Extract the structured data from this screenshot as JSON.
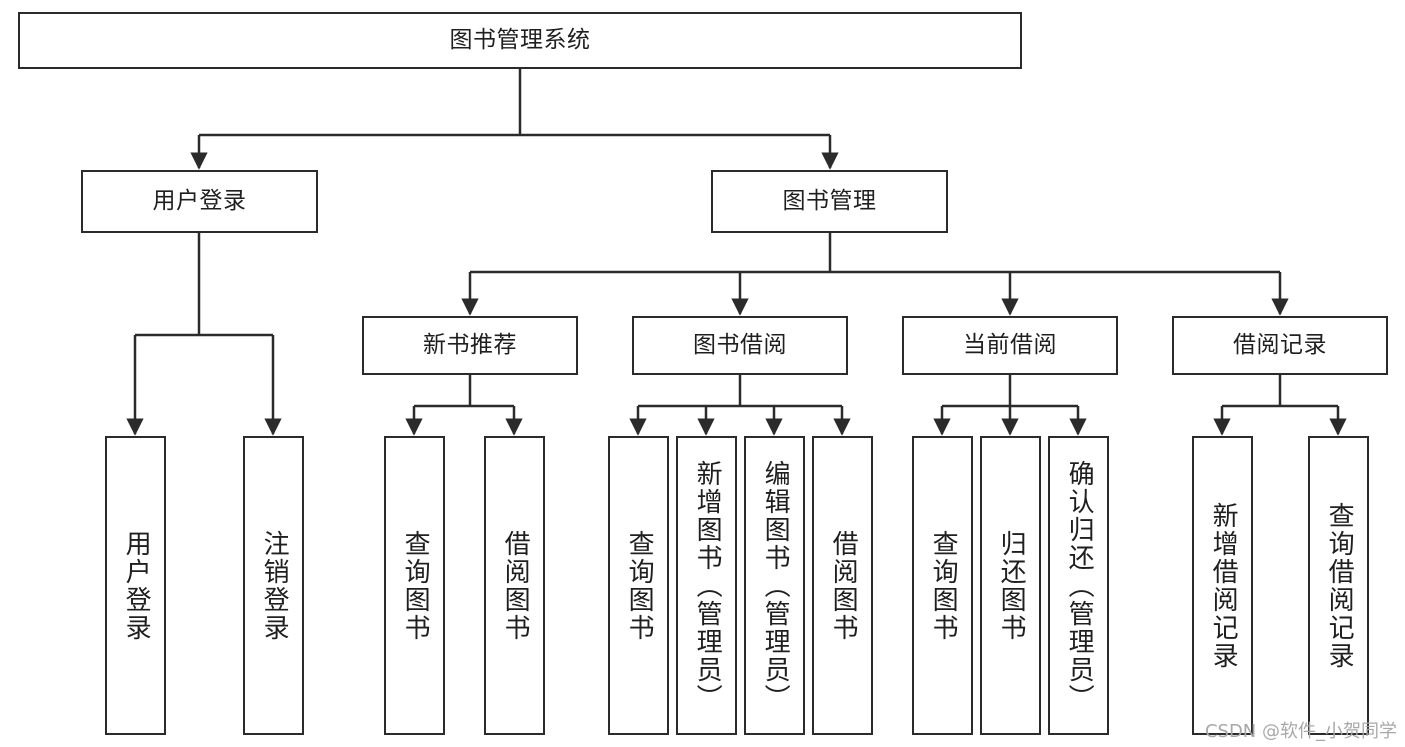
{
  "diagram": {
    "title": "图书管理系统",
    "watermark": "CSDN @软件_小贺同学",
    "colors": {
      "border": "#2b2b2b",
      "background": "#ffffff",
      "text": "#1f1f1f",
      "edge": "#2b2b2b",
      "watermark": "#a8a8a8"
    },
    "nodes": {
      "root": {
        "label": "图书管理系统"
      },
      "level2": [
        {
          "id": "user-login",
          "label": "用户登录"
        },
        {
          "id": "book-manage",
          "label": "图书管理"
        }
      ],
      "level3": [
        {
          "id": "new-book-recommend",
          "label": "新书推荐"
        },
        {
          "id": "book-borrow",
          "label": "图书借阅"
        },
        {
          "id": "current-borrow",
          "label": "当前借阅"
        },
        {
          "id": "borrow-record",
          "label": "借阅记录"
        }
      ],
      "leaves": {
        "user-login": [
          {
            "id": "leaf-user-login",
            "label": "用户登录"
          },
          {
            "id": "leaf-user-logout",
            "label": "注销登录"
          }
        ],
        "new-book-recommend": [
          {
            "id": "leaf-query-book-1",
            "label": "查询图书"
          },
          {
            "id": "leaf-borrow-book-1",
            "label": "借阅图书"
          }
        ],
        "book-borrow": [
          {
            "id": "leaf-query-book-2",
            "label": "查询图书"
          },
          {
            "id": "leaf-add-book",
            "label": "新增图书（管理员）"
          },
          {
            "id": "leaf-edit-book",
            "label": "编辑图书（管理员）"
          },
          {
            "id": "leaf-borrow-book-2",
            "label": "借阅图书"
          }
        ],
        "current-borrow": [
          {
            "id": "leaf-query-book-3",
            "label": "查询图书"
          },
          {
            "id": "leaf-return-book",
            "label": "归还图书"
          },
          {
            "id": "leaf-confirm-return",
            "label": "确认归还（管理员）"
          }
        ],
        "borrow-record": [
          {
            "id": "leaf-add-record",
            "label": "新增借阅记录"
          },
          {
            "id": "leaf-query-record",
            "label": "查询借阅记录"
          }
        ]
      }
    }
  }
}
